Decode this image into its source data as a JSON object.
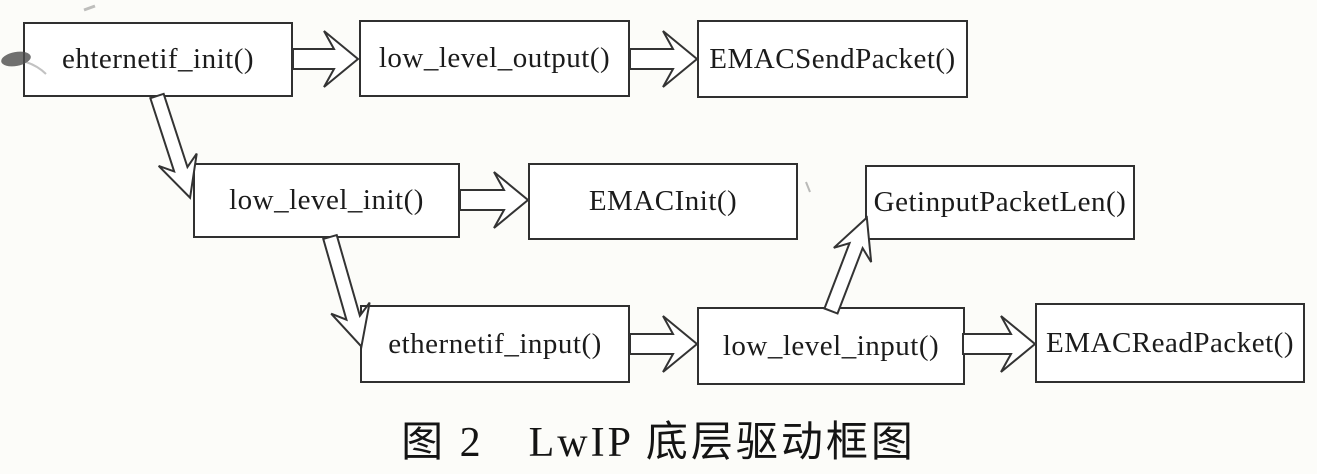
{
  "figure": {
    "caption": "图 2　LwIP 底层驱动框图"
  },
  "diagram": {
    "type": "flowchart",
    "nodes": [
      {
        "id": "ehternetif_init",
        "label": "ehternetif_init()"
      },
      {
        "id": "low_level_output",
        "label": "low_level_output()"
      },
      {
        "id": "emac_send_packet",
        "label": "EMACSendPacket()"
      },
      {
        "id": "low_level_init",
        "label": "low_level_init()"
      },
      {
        "id": "emac_init",
        "label": "EMACInit()"
      },
      {
        "id": "get_input_packet_len",
        "label": "GetinputPacketLen()"
      },
      {
        "id": "ethernetif_input",
        "label": "ethernetif_input()"
      },
      {
        "id": "low_level_input",
        "label": "low_level_input()"
      },
      {
        "id": "emac_read_packet",
        "label": "EMACReadPacket()"
      }
    ],
    "edges": [
      {
        "from": "ehternetif_init",
        "to": "low_level_output",
        "direction": "right"
      },
      {
        "from": "low_level_output",
        "to": "emac_send_packet",
        "direction": "right"
      },
      {
        "from": "ehternetif_init",
        "to": "low_level_init",
        "direction": "down-right"
      },
      {
        "from": "low_level_init",
        "to": "emac_init",
        "direction": "right"
      },
      {
        "from": "low_level_init",
        "to": "ethernetif_input",
        "direction": "down-right"
      },
      {
        "from": "ethernetif_input",
        "to": "low_level_input",
        "direction": "right"
      },
      {
        "from": "low_level_input",
        "to": "get_input_packet_len",
        "direction": "up-right"
      },
      {
        "from": "low_level_input",
        "to": "emac_read_packet",
        "direction": "right"
      }
    ],
    "colors": {
      "line": "#333333",
      "node_fill": "#ffffff",
      "background": "#fcfcf9",
      "text": "#1b1b1b"
    }
  }
}
